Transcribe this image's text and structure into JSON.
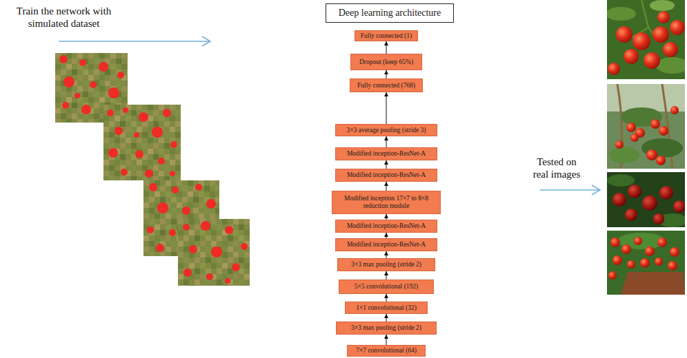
{
  "diagram": {
    "nodes": [
      {
        "text": [
          "Deep learning architecture"
        ]
      },
      {
        "text": [
          "Fully connected (1)"
        ]
      },
      {
        "text": [
          "Dropout (keep 65%)"
        ]
      },
      {
        "text": [
          "Fully connected (768)"
        ]
      },
      {
        "text": [
          "3×3 average pooling (stride 3)"
        ]
      },
      {
        "text": [
          "Modified inception-ResNet-A"
        ]
      },
      {
        "text": [
          "Modified inception-ResNet-A"
        ]
      },
      {
        "text": [
          "Modified inception 17×7 to 8×8 reduction module"
        ]
      },
      {
        "text": [
          "Modified inception-ResNet-A"
        ]
      },
      {
        "text": [
          "Modified inception-ResNet-A"
        ]
      },
      {
        "text": [
          "3×3 max pooling (stride 2)"
        ]
      },
      {
        "text": [
          "5×5 convolutional (192)"
        ]
      },
      {
        "text": [
          "1×1 convolutional (32)"
        ]
      },
      {
        "text": [
          "3×3 max pooling (stride 2)"
        ]
      },
      {
        "text": [
          "7×7 convolutional (64)"
        ]
      }
    ],
    "edges": [
      {
        "from": 14,
        "to": 13,
        "arrow": "to"
      },
      {
        "from": 13,
        "to": 12,
        "arrow": "to"
      },
      {
        "from": 12,
        "to": 11,
        "arrow": "to"
      },
      {
        "from": 11,
        "to": 10,
        "arrow": "to"
      },
      {
        "from": 10,
        "to": 9,
        "arrow": "to"
      },
      {
        "from": 9,
        "to": 8,
        "arrow": "to"
      },
      {
        "from": 8,
        "to": 7,
        "arrow": "to"
      },
      {
        "from": 7,
        "to": 6,
        "arrow": "to"
      },
      {
        "from": 6,
        "to": 5,
        "arrow": "to"
      },
      {
        "from": 5,
        "to": 4,
        "arrow": "to"
      },
      {
        "from": 4,
        "to": 3,
        "arrow": "to"
      },
      {
        "from": 3,
        "to": 2,
        "arrow": "to"
      },
      {
        "from": 2,
        "to": 1,
        "arrow": "to"
      }
    ],
    "labels": [
      "Train the network with simulated dataset",
      "Tested on real images"
    ]
  }
}
